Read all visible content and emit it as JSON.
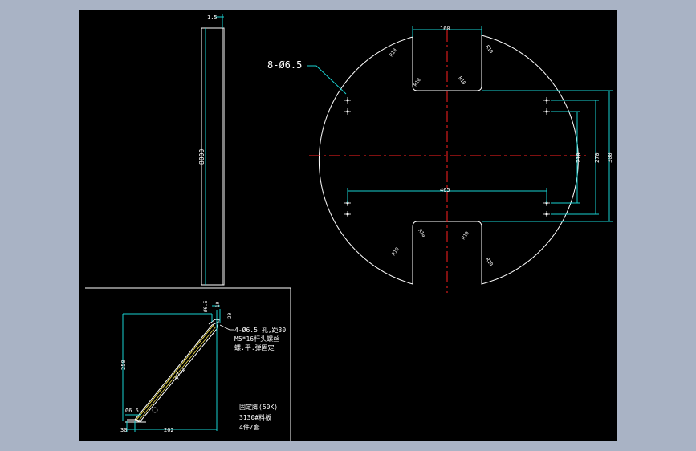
{
  "colors": {
    "background": "#a9b3c5",
    "canvas": "#000000",
    "outline": "#ffffff",
    "dimension": "#19d2d2",
    "centerline": "#ff2020",
    "hatch": "#e6d650"
  },
  "strip": {
    "thickness": "1.5",
    "length": "8000"
  },
  "disc": {
    "holes_note": "8-Ø6.5",
    "slot_width": "160",
    "fillet_radius": "R10",
    "hole_span": "465",
    "hole_spacing_inner": "210",
    "hole_spacing_mid": "270",
    "hole_spacing_outer": "300"
  },
  "bracket": {
    "dim_hole_top": "Ø6.5",
    "dim_top_a": "10",
    "dim_top_b": "20",
    "dim_height": "250",
    "dim_hole_bottom": "Ø6.5",
    "dim_bottom_offset": "30",
    "dim_width": "202",
    "dim_diagonal": "φ7.2",
    "note_line1": "4-Ø6.5 孔,距30",
    "note_line2": "M5*16杆头螺丝",
    "note_line3": "螺.平.弹固定",
    "spec_line1": "固定脚(50K)",
    "spec_line2": "3130#料板",
    "spec_line3": "4件/套"
  }
}
